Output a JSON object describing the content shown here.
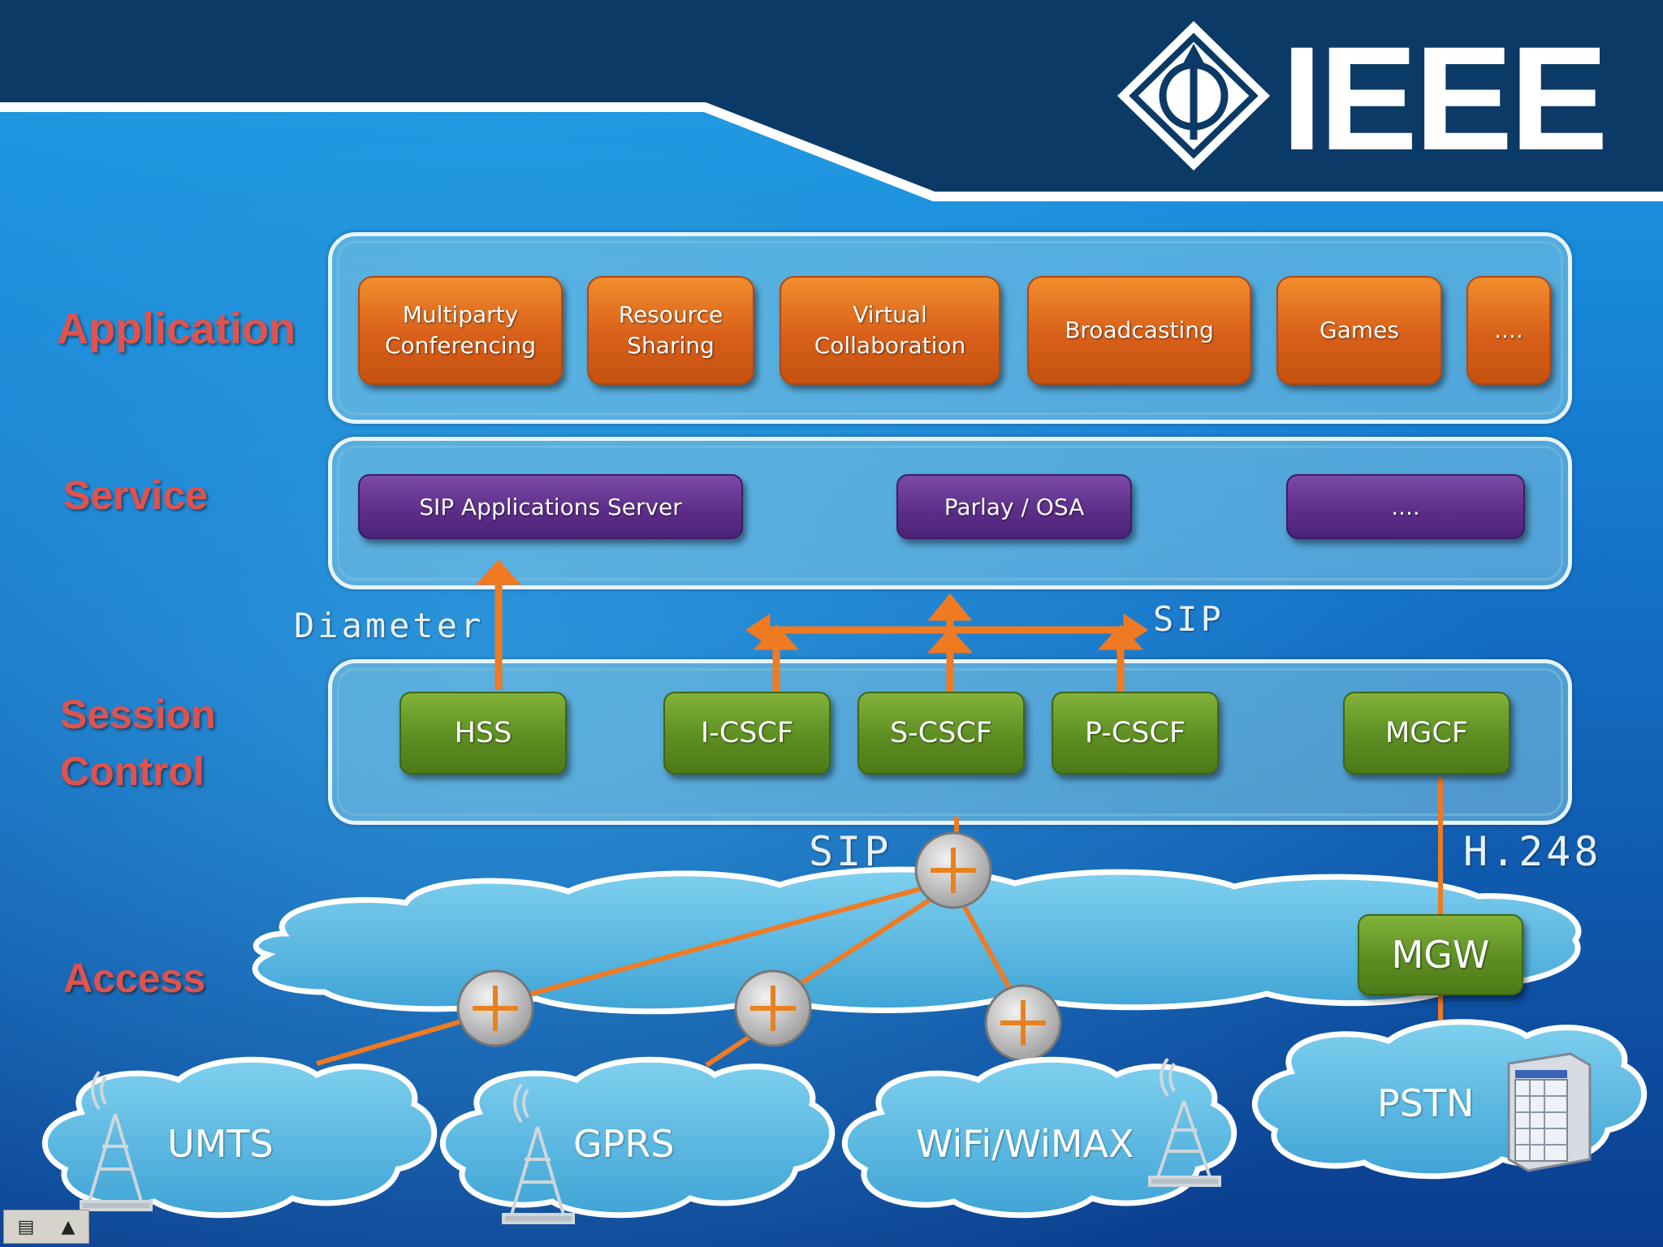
{
  "header": {
    "logo_text": "IEEE"
  },
  "layers": {
    "application": "Application",
    "service": "Service",
    "session_control": "Session\nControl",
    "access": "Access"
  },
  "application_boxes": [
    "Multiparty\nConferencing",
    "Resource\nSharing",
    "Virtual\nCollaboration",
    "Broadcasting",
    "Games",
    "...."
  ],
  "service_boxes": [
    "SIP Applications Server",
    "Parlay / OSA",
    "...."
  ],
  "session_boxes": [
    "HSS",
    "I-CSCF",
    "S-CSCF",
    "P-CSCF",
    "MGCF"
  ],
  "gateway": "MGW",
  "protocols": {
    "diameter": "Diameter",
    "sip_top": "SIP",
    "sip_access": "SIP",
    "h248": "H.248"
  },
  "access_networks": [
    "UMTS",
    "GPRS",
    "WiFi/WiMAX",
    "PSTN"
  ],
  "colors": {
    "application_box": "#d8601a",
    "service_box": "#5b2d88",
    "session_box": "#5d8e22",
    "connector": "#f07a22",
    "layer_label": "#e0524e",
    "cloud": "#5eb8dc"
  },
  "icons": [
    "ieee-logo-icon",
    "router-icon",
    "antenna-tower-icon",
    "telephone-exchange-icon"
  ]
}
